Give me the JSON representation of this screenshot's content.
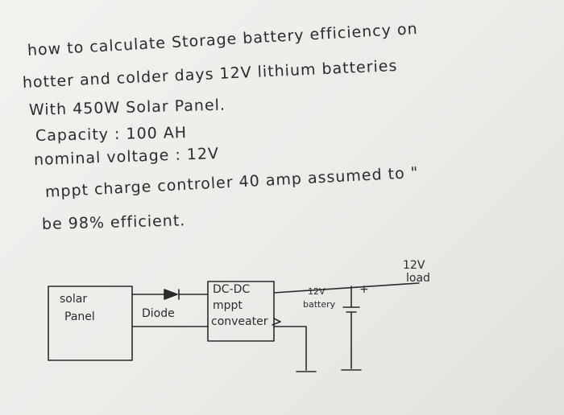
{
  "note": {
    "lines": [
      "how to calculate Storage battery efficiency on",
      "hotter and colder days 12V lithium batteries",
      "With 450W Solar Panel.",
      "Capacity : 100 AH",
      "nominal voltage : 12V",
      "mppt charge controler 40 amp assumed to \"",
      "be 98% efficient."
    ]
  },
  "diagram": {
    "solar_panel": [
      "solar",
      "Panel"
    ],
    "diode": "Diode",
    "converter": [
      "DC-DC",
      "mppt",
      "conveater"
    ],
    "battery": [
      "12V",
      "battery"
    ],
    "load": [
      "12V",
      "load"
    ],
    "plus_sign": "+"
  },
  "colors": {
    "ink": "#2b2b2b",
    "paper": "#efeeeb"
  }
}
